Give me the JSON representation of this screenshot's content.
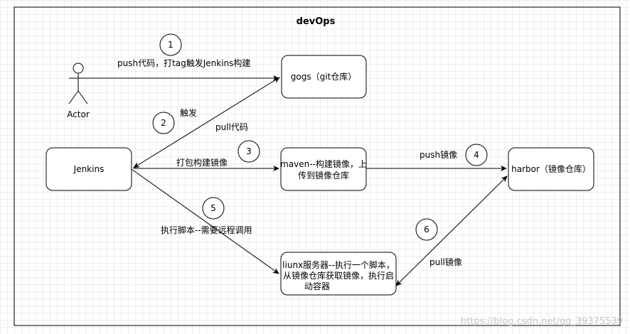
{
  "title": "devOps",
  "actor": {
    "label": "Actor"
  },
  "nodes": {
    "gogs": "gogs（git仓库）",
    "jenkins": "Jenkins",
    "maven": [
      "maven--构建镜像，上",
      "传到镜像仓库"
    ],
    "harbor": "harbor（镜像仓库）",
    "linux": [
      "liunx服务器--执行一个脚本，",
      "从镜像仓库获取镜像，执行启",
      "动容器"
    ]
  },
  "steps": [
    "1",
    "2",
    "3",
    "4",
    "5",
    "6"
  ],
  "edge_labels": {
    "push_tag": "push代码，打tag触发Jenkins构建",
    "trigger": "触发",
    "pull_code": "pull代码",
    "package": "打包构建镜像",
    "push_image": "push镜像",
    "run_script": "执行脚本--需要远程调用",
    "pull_image": "pull镜像"
  },
  "watermark": "https://blog.csdn.net/qq_39375539"
}
